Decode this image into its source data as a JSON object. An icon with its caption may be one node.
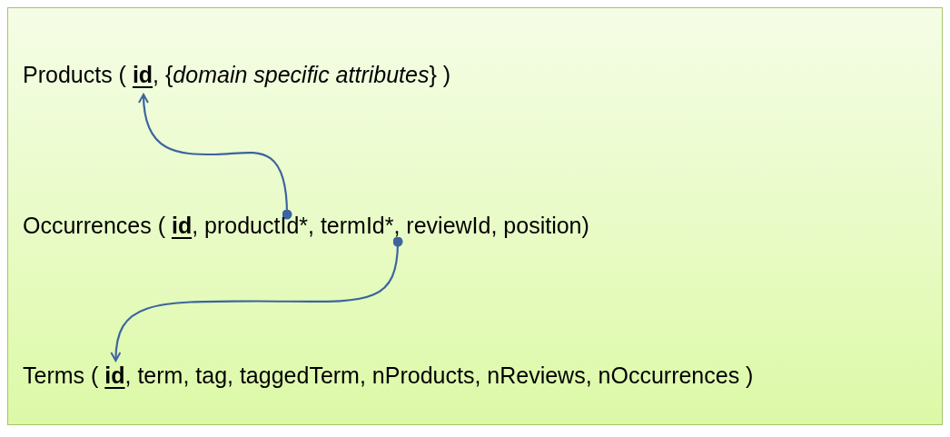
{
  "diagram": {
    "nodes": [
      {
        "text": [
          "Products ( **id**,  {*domain specific attributes*} )"
        ]
      },
      {
        "text": [
          "Occurrences ( **id**, productId*, termId*, reviewId, position)"
        ]
      },
      {
        "text": [
          "Terms ( **id**, term, tag, taggedTerm, nProducts, nReviews, nOccurrences )"
        ]
      }
    ],
    "edges": [
      {
        "from": 1,
        "to": 0,
        "arrow": "to"
      },
      {
        "from": 1,
        "to": 2,
        "arrow": "to"
      }
    ]
  }
}
